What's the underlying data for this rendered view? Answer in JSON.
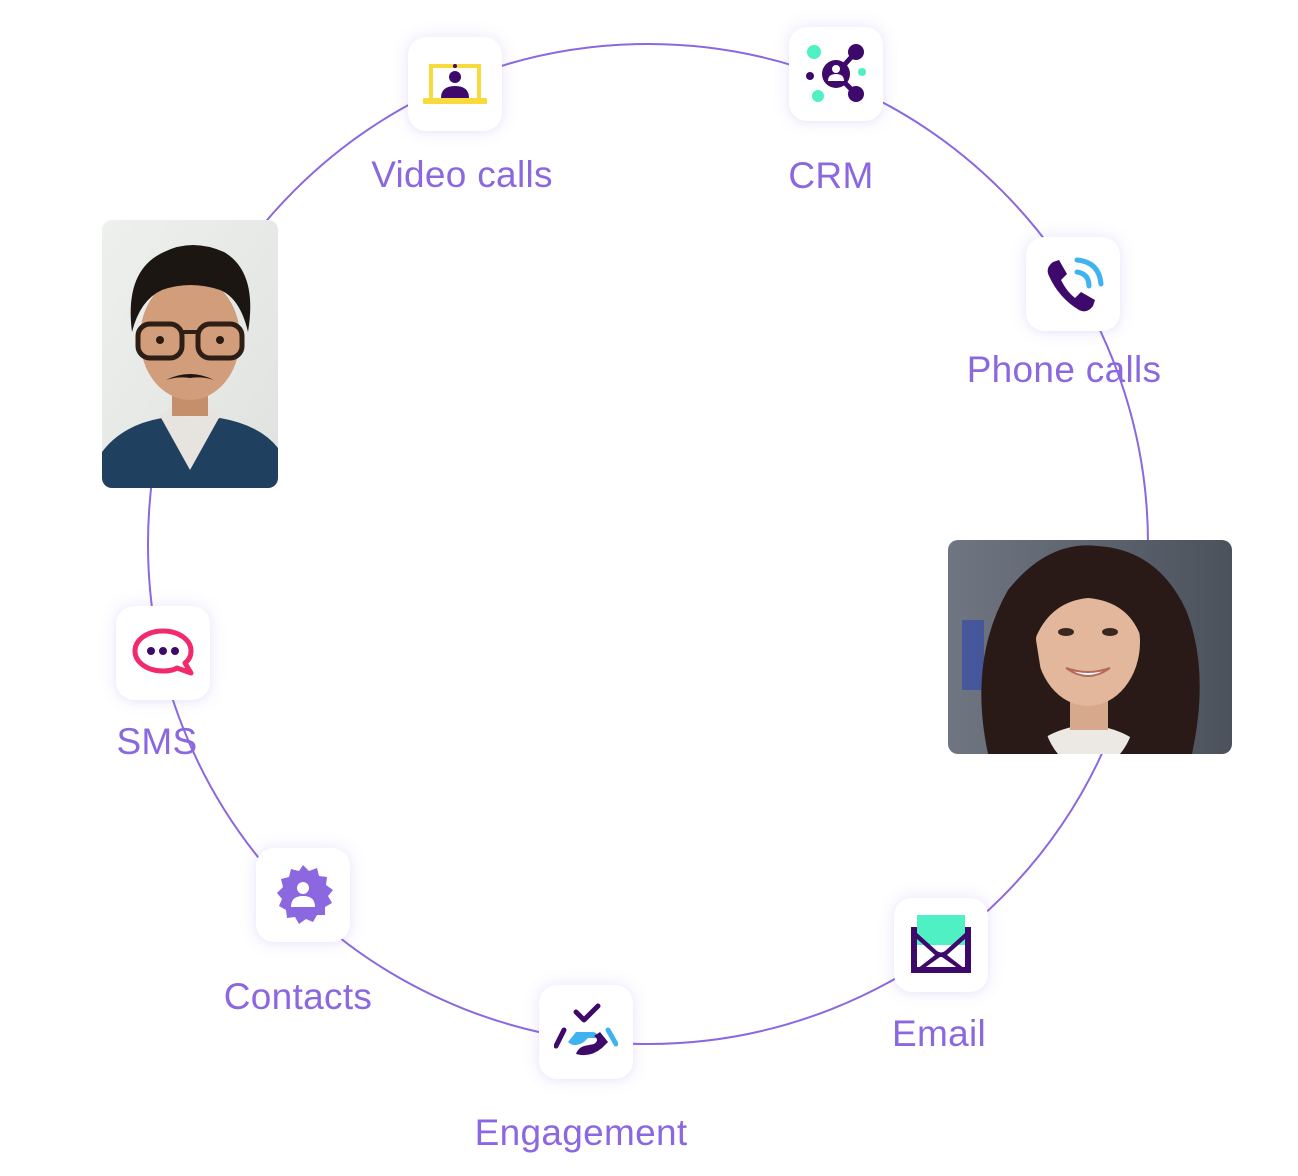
{
  "diagram": {
    "ring_color": "#8b68e0",
    "nodes": [
      {
        "id": "video-calls",
        "label": "Video calls",
        "icon": "laptop-user-icon"
      },
      {
        "id": "crm",
        "label": "CRM",
        "icon": "network-user-icon"
      },
      {
        "id": "phone-calls",
        "label": "Phone calls",
        "icon": "phone-signal-icon"
      },
      {
        "id": "email",
        "label": "Email",
        "icon": "envelope-icon"
      },
      {
        "id": "engagement",
        "label": "Engagement",
        "icon": "handshake-check-icon"
      },
      {
        "id": "contacts",
        "label": "Contacts",
        "icon": "badge-user-icon"
      },
      {
        "id": "sms",
        "label": "SMS",
        "icon": "chat-bubble-icon"
      }
    ],
    "photos": [
      {
        "id": "man",
        "description": "Portrait of a man with curly hair, glasses and mustache"
      },
      {
        "id": "woman",
        "description": "Portrait of a smiling woman with long curly hair"
      }
    ]
  },
  "colors": {
    "label": "#8b68e0",
    "dark_purple": "#3d0a6b",
    "teal": "#4ff0c4",
    "yellow": "#f9da3d",
    "sky_blue": "#3fb3ef",
    "pink": "#f22a6c",
    "violet": "#8b68e0"
  }
}
